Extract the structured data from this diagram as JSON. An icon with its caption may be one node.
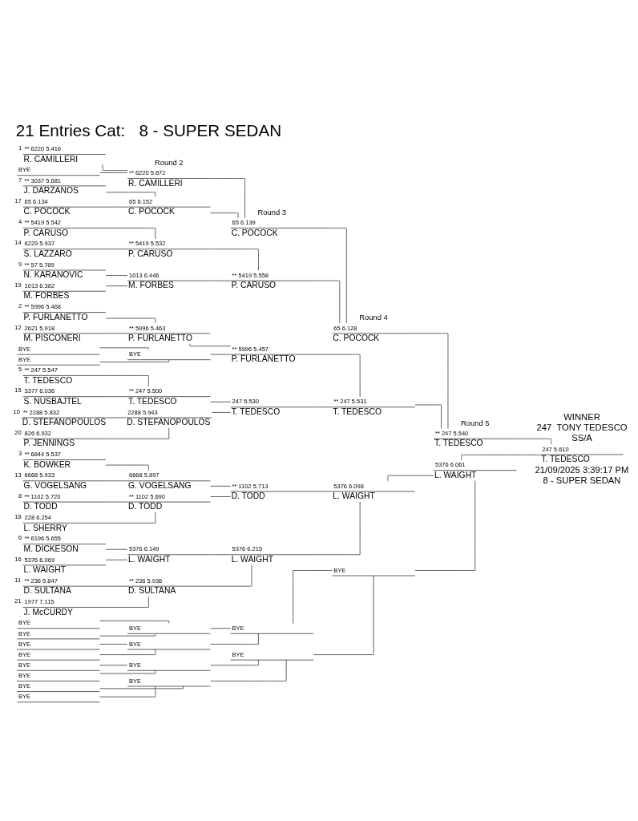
{
  "diagram": {
    "title": "21 Entries Cat:   8 - SUPER SEDAN",
    "nodes": [
      {
        "text": [
          "1",
          "** 6220 5.416",
          "R. CAMILLERI"
        ]
      },
      {
        "text": [
          "BYE"
        ]
      },
      {
        "text": [
          "7",
          "** 3037 5.681",
          "J. DARZANOS"
        ]
      },
      {
        "text": [
          "17",
          "65 6.134",
          "C. POCOCK"
        ]
      },
      {
        "text": [
          "4",
          "** 5419 5.542",
          "P. CARUSO"
        ]
      },
      {
        "text": [
          "14",
          "6229 5.937",
          "S. LAZZARO"
        ]
      },
      {
        "text": [
          "9",
          "** 57 5.789",
          "N. KARANOVIC"
        ]
      },
      {
        "text": [
          "19",
          "1013 6.382",
          "M. FORBES"
        ]
      },
      {
        "text": [
          "2",
          "** 5996 5.468",
          "P. FURLANETTO"
        ]
      },
      {
        "text": [
          "12",
          "2621 5.918",
          "M. PISCONERI"
        ]
      },
      {
        "text": [
          "BYE"
        ]
      },
      {
        "text": [
          "BYE"
        ]
      },
      {
        "text": [
          "5",
          "** 247 5.547",
          "T. TEDESCO"
        ]
      },
      {
        "text": [
          "15",
          "3377 6.036",
          "S. NUSBAJTEL"
        ]
      },
      {
        "text": [
          "10",
          "** 2288 5.832",
          "D. STEFANOPOULOS"
        ]
      },
      {
        "text": [
          "20",
          "826 6.932",
          "P. JENNINGS"
        ]
      },
      {
        "text": [
          "3",
          "** 6844 5.537",
          "K. BOWKER"
        ]
      },
      {
        "text": [
          "13",
          "6668 5.933",
          "G. VOGELSANG"
        ]
      },
      {
        "text": [
          "8",
          "** 1102 5.720",
          "D. TODD"
        ]
      },
      {
        "text": [
          "18",
          "228 6.254",
          "L. SHERRY"
        ]
      },
      {
        "text": [
          "6",
          "** 6196 5.655",
          "M. DICKESON"
        ]
      },
      {
        "text": [
          "16",
          "5376 6.069",
          "L. WAIGHT"
        ]
      },
      {
        "text": [
          "11",
          "** 236 5.847",
          "D. SULTANA"
        ]
      },
      {
        "text": [
          "21",
          "1977 7.115",
          "J. McCURDY"
        ]
      },
      {
        "text": [
          "BYE"
        ]
      },
      {
        "text": [
          "BYE"
        ]
      },
      {
        "text": [
          "BYE"
        ]
      },
      {
        "text": [
          "BYE"
        ]
      },
      {
        "text": [
          "BYE"
        ]
      },
      {
        "text": [
          "BYE"
        ]
      },
      {
        "text": [
          "BYE"
        ]
      },
      {
        "text": [
          "BYE"
        ]
      },
      {
        "text": [
          "** 6220 5.872",
          "R. CAMILLERI"
        ]
      },
      {
        "text": [
          "65 6.152",
          "C. POCOCK"
        ]
      },
      {
        "text": [
          "** 5419 5.532",
          "P. CARUSO"
        ]
      },
      {
        "text": [
          "1013 6.446",
          "M. FORBES"
        ]
      },
      {
        "text": [
          "** 5996 5.463",
          "P. FURLANETTO"
        ]
      },
      {
        "text": [
          "BYE"
        ]
      },
      {
        "text": [
          "** 247 5.500",
          "T. TEDESCO"
        ]
      },
      {
        "text": [
          "2288 5.943",
          "D. STEFANOPOULOS"
        ]
      },
      {
        "text": [
          "6668 5.897",
          "G. VOGELSANG"
        ]
      },
      {
        "text": [
          "** 1102 5.690",
          "D. TODD"
        ]
      },
      {
        "text": [
          "5376 6.149",
          "L. WAIGHT"
        ]
      },
      {
        "text": [
          "** 236 5.936",
          "D. SULTANA"
        ]
      },
      {
        "text": [
          "BYE"
        ]
      },
      {
        "text": [
          "BYE"
        ]
      },
      {
        "text": [
          "BYE"
        ]
      },
      {
        "text": [
          "BYE"
        ]
      },
      {
        "text": [
          "65 6.139",
          "C. POCOCK"
        ]
      },
      {
        "text": [
          "** 5419 5.558",
          "P. CARUSO"
        ]
      },
      {
        "text": [
          "** 5996 5.457",
          "P. FURLANETTO"
        ]
      },
      {
        "text": [
          "247 5.530",
          "T. TEDESCO"
        ]
      },
      {
        "text": [
          "** 1102 5.713",
          "D. TODD"
        ]
      },
      {
        "text": [
          "5376 6.215",
          "L. WAIGHT"
        ]
      },
      {
        "text": [
          "BYE"
        ]
      },
      {
        "text": [
          "BYE"
        ]
      },
      {
        "text": [
          "65 6.128",
          "C. POCOCK"
        ]
      },
      {
        "text": [
          "** 247 5.531",
          "T. TEDESCO"
        ]
      },
      {
        "text": [
          "5376 6.098",
          "L. WAIGHT"
        ]
      },
      {
        "text": [
          "BYE"
        ]
      },
      {
        "text": [
          "** 247 5.540",
          "T. TEDESCO"
        ]
      },
      {
        "text": [
          "5376 6.061",
          "L. WAIGHT"
        ]
      },
      {
        "text": [
          "247 5.610",
          "T. TEDESCO"
        ]
      }
    ],
    "edges": [
      {
        "from": 0,
        "to": 32,
        "arrow": "none"
      },
      {
        "from": 1,
        "to": 32,
        "arrow": "none"
      },
      {
        "from": 2,
        "to": 33,
        "arrow": "none"
      },
      {
        "from": 3,
        "to": 33,
        "arrow": "none"
      },
      {
        "from": 4,
        "to": 34,
        "arrow": "none"
      },
      {
        "from": 5,
        "to": 34,
        "arrow": "none"
      },
      {
        "from": 6,
        "to": 35,
        "arrow": "none"
      },
      {
        "from": 7,
        "to": 35,
        "arrow": "none"
      },
      {
        "from": 8,
        "to": 36,
        "arrow": "none"
      },
      {
        "from": 9,
        "to": 36,
        "arrow": "none"
      },
      {
        "from": 10,
        "to": 37,
        "arrow": "none"
      },
      {
        "from": 11,
        "to": 37,
        "arrow": "none"
      },
      {
        "from": 12,
        "to": 38,
        "arrow": "none"
      },
      {
        "from": 13,
        "to": 38,
        "arrow": "none"
      },
      {
        "from": 14,
        "to": 39,
        "arrow": "none"
      },
      {
        "from": 15,
        "to": 39,
        "arrow": "none"
      },
      {
        "from": 16,
        "to": 40,
        "arrow": "none"
      },
      {
        "from": 17,
        "to": 40,
        "arrow": "none"
      },
      {
        "from": 18,
        "to": 41,
        "arrow": "none"
      },
      {
        "from": 19,
        "to": 41,
        "arrow": "none"
      },
      {
        "from": 20,
        "to": 42,
        "arrow": "none"
      },
      {
        "from": 21,
        "to": 42,
        "arrow": "none"
      },
      {
        "from": 22,
        "to": 43,
        "arrow": "none"
      },
      {
        "from": 23,
        "to": 43,
        "arrow": "none"
      },
      {
        "from": 24,
        "to": 44,
        "arrow": "none"
      },
      {
        "from": 25,
        "to": 44,
        "arrow": "none"
      },
      {
        "from": 26,
        "to": 45,
        "arrow": "none"
      },
      {
        "from": 27,
        "to": 45,
        "arrow": "none"
      },
      {
        "from": 28,
        "to": 46,
        "arrow": "none"
      },
      {
        "from": 29,
        "to": 46,
        "arrow": "none"
      },
      {
        "from": 30,
        "to": 47,
        "arrow": "none"
      },
      {
        "from": 31,
        "to": 47,
        "arrow": "none"
      },
      {
        "from": 32,
        "to": 48,
        "arrow": "none"
      },
      {
        "from": 33,
        "to": 48,
        "arrow": "none"
      },
      {
        "from": 34,
        "to": 49,
        "arrow": "none"
      },
      {
        "from": 35,
        "to": 49,
        "arrow": "none"
      },
      {
        "from": 36,
        "to": 50,
        "arrow": "none"
      },
      {
        "from": 37,
        "to": 50,
        "arrow": "none"
      },
      {
        "from": 38,
        "to": 51,
        "arrow": "none"
      },
      {
        "from": 39,
        "to": 51,
        "arrow": "none"
      },
      {
        "from": 40,
        "to": 52,
        "arrow": "none"
      },
      {
        "from": 41,
        "to": 52,
        "arrow": "none"
      },
      {
        "from": 42,
        "to": 53,
        "arrow": "none"
      },
      {
        "from": 43,
        "to": 53,
        "arrow": "none"
      },
      {
        "from": 44,
        "to": 54,
        "arrow": "none"
      },
      {
        "from": 45,
        "to": 54,
        "arrow": "none"
      },
      {
        "from": 46,
        "to": 55,
        "arrow": "none"
      },
      {
        "from": 47,
        "to": 55,
        "arrow": "none"
      },
      {
        "from": 48,
        "to": 56,
        "arrow": "none"
      },
      {
        "from": 49,
        "to": 56,
        "arrow": "none"
      },
      {
        "from": 50,
        "to": 57,
        "arrow": "none"
      },
      {
        "from": 51,
        "to": 57,
        "arrow": "none"
      },
      {
        "from": 52,
        "to": 58,
        "arrow": "none"
      },
      {
        "from": 53,
        "to": 58,
        "arrow": "none"
      },
      {
        "from": 54,
        "to": 59,
        "arrow": "none"
      },
      {
        "from": 55,
        "to": 59,
        "arrow": "none"
      },
      {
        "from": 56,
        "to": 60,
        "arrow": "none"
      },
      {
        "from": 57,
        "to": 60,
        "arrow": "none"
      },
      {
        "from": 58,
        "to": 61,
        "arrow": "none"
      },
      {
        "from": 59,
        "to": 61,
        "arrow": "none"
      },
      {
        "from": 60,
        "to": 62,
        "arrow": "none"
      },
      {
        "from": 61,
        "to": 62,
        "arrow": "none"
      }
    ],
    "labels": [
      "Round 2",
      "Round 3",
      "Round 4",
      "WINNER",
      "247  TONY TEDESCO",
      "SS/A",
      "Round 5",
      "21/09/2025 3:39:17 PM",
      "8 - SUPER SEDAN"
    ]
  }
}
